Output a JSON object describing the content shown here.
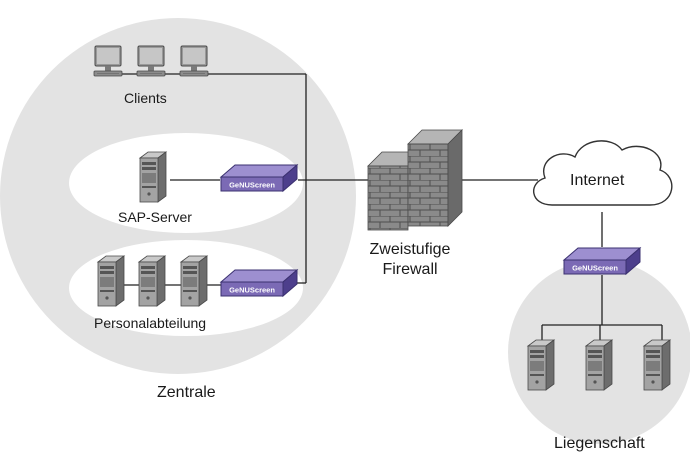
{
  "labels": {
    "clients": "Clients",
    "sap_server": "SAP-Server",
    "personal": "Personalabteilung",
    "zentrale": "Zentrale",
    "firewall": "Zweistufige\nFirewall",
    "internet": "Internet",
    "liegenschaft": "Liegenschaft",
    "genuscreen": "GeNUScreen"
  },
  "colors": {
    "zone_gray": "#e3e3e3",
    "lan_white": "#ffffff",
    "appliance_purple": "#7b6ab5",
    "brick": "#8a8a8a",
    "line": "#222222"
  },
  "icons": [
    "monitor-icon",
    "server-tower-icon",
    "vpn-appliance-icon",
    "brick-wall-icon",
    "cloud-icon"
  ]
}
